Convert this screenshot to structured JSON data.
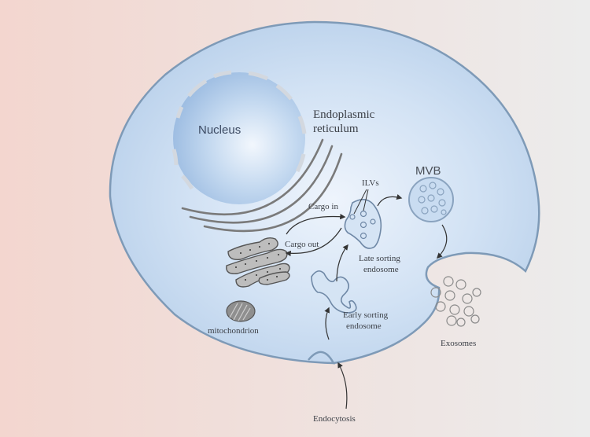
{
  "colors": {
    "background_left": "#f3d6cf",
    "background_right": "#ececec",
    "cytoplasm": "#c6dbf1",
    "cell_edge": "#7e9ab7",
    "nucleus": "#a9c6e6",
    "organelle_fill": "#bdbdbd",
    "line": "#333333"
  },
  "labels": {
    "nucleus": "Nucleus",
    "er_line1": "Endoplasmic",
    "er_line2": "reticulum",
    "mvb": "MVB",
    "ilvs": "ILVs",
    "cargo_in": "Cargo in",
    "cargo_out": "Cargo out",
    "late_line1": "Late sorting",
    "late_line2": "endosome",
    "early_line1": "Early sorting",
    "early_line2": "endosome",
    "mitochondrion": "mitochondrion",
    "exosomes": "Exosomes",
    "endocytosis": "Endocytosis"
  }
}
